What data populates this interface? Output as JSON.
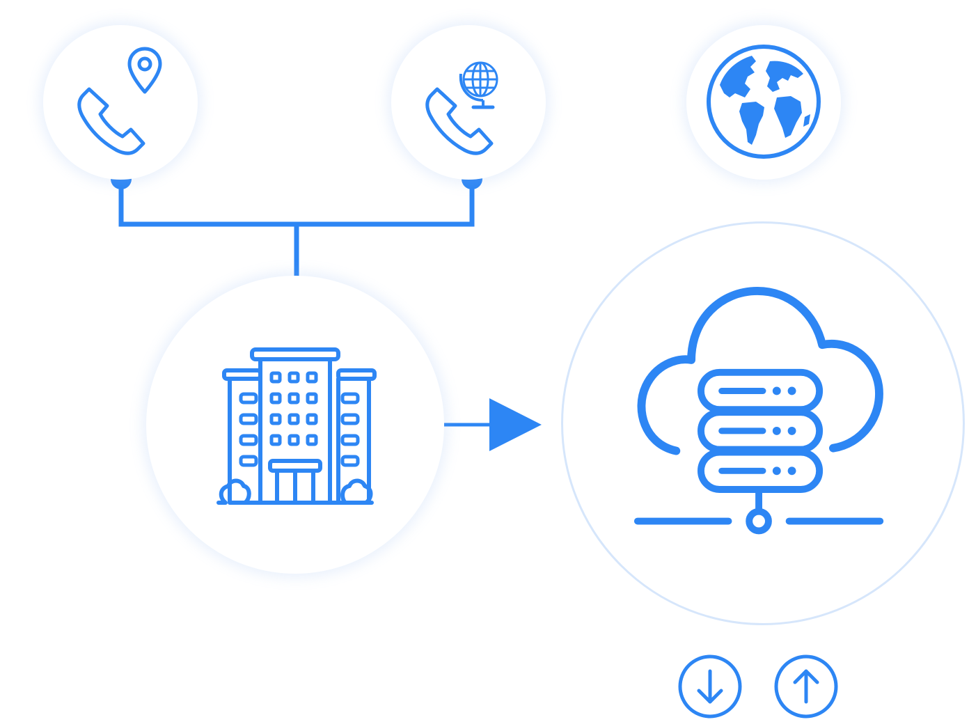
{
  "palette": {
    "accent": "#2d86f4",
    "node_background": "#ffffff",
    "node_glow": "#dce9fb",
    "cloud_ring": "#d6e6fb"
  },
  "nodes": [
    {
      "id": "phone-local",
      "icon": "phone-location-icon"
    },
    {
      "id": "phone-global",
      "icon": "phone-globe-icon"
    },
    {
      "id": "globe",
      "icon": "earth-icon"
    },
    {
      "id": "building",
      "icon": "office-building-icon"
    },
    {
      "id": "cloud",
      "icon": "cloud-server-icon"
    }
  ],
  "edges": [
    {
      "from": "phone-local",
      "to": "building",
      "style": "bracket"
    },
    {
      "from": "phone-global",
      "to": "building",
      "style": "bracket"
    },
    {
      "from": "building",
      "to": "cloud",
      "style": "arrow"
    }
  ],
  "actions": [
    {
      "id": "download",
      "icon": "arrow-down-circle-icon"
    },
    {
      "id": "upload",
      "icon": "arrow-up-circle-icon"
    }
  ]
}
